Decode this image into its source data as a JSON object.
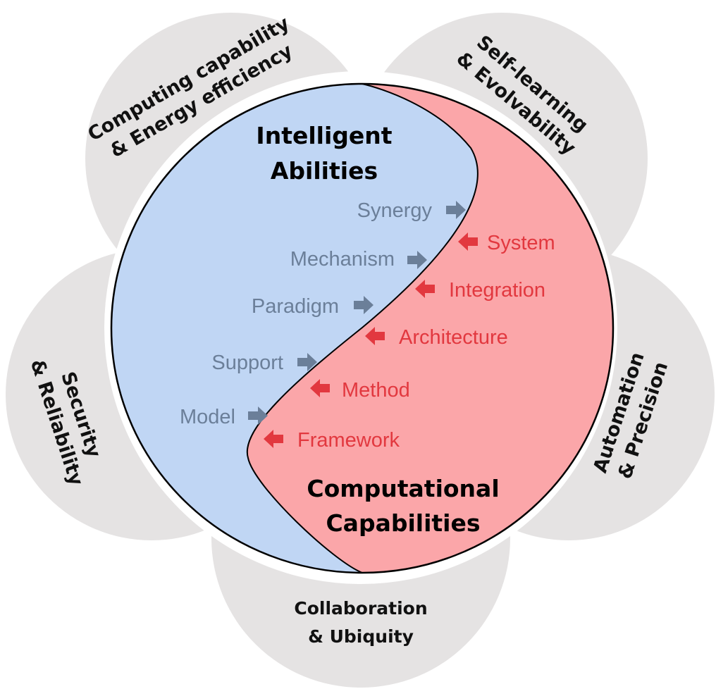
{
  "colors": {
    "petal": "#e5e3e3",
    "blue_half": "#c0d6f4",
    "red_half": "#fba6a9",
    "blue_text": "#6b7f99",
    "red_text": "#e2383f",
    "outline": "#000000"
  },
  "petals": {
    "top_left": {
      "line1": "Computing capability",
      "line2": "& Energy efficiency"
    },
    "top_right": {
      "line1": "Self-learning",
      "line2": "& Evolvability"
    },
    "right": {
      "line1": "Automation",
      "line2": "& Precision"
    },
    "bottom": {
      "line1": "Collaboration",
      "line2": "& Ubiquity"
    },
    "left": {
      "line1": "Security",
      "line2": "& Reliability"
    }
  },
  "core": {
    "blue_title": {
      "line1": "Intelligent",
      "line2": "Abilities"
    },
    "red_title": {
      "line1": "Computational",
      "line2": "Capabilities"
    }
  },
  "blue_items": [
    "Synergy",
    "Mechanism",
    "Paradigm",
    "Support",
    "Model"
  ],
  "red_items": [
    "System",
    "Integration",
    "Architecture",
    "Method",
    "Framework"
  ],
  "icons": {
    "right_arrow": "arrow-right-icon",
    "left_arrow": "arrow-left-icon"
  }
}
